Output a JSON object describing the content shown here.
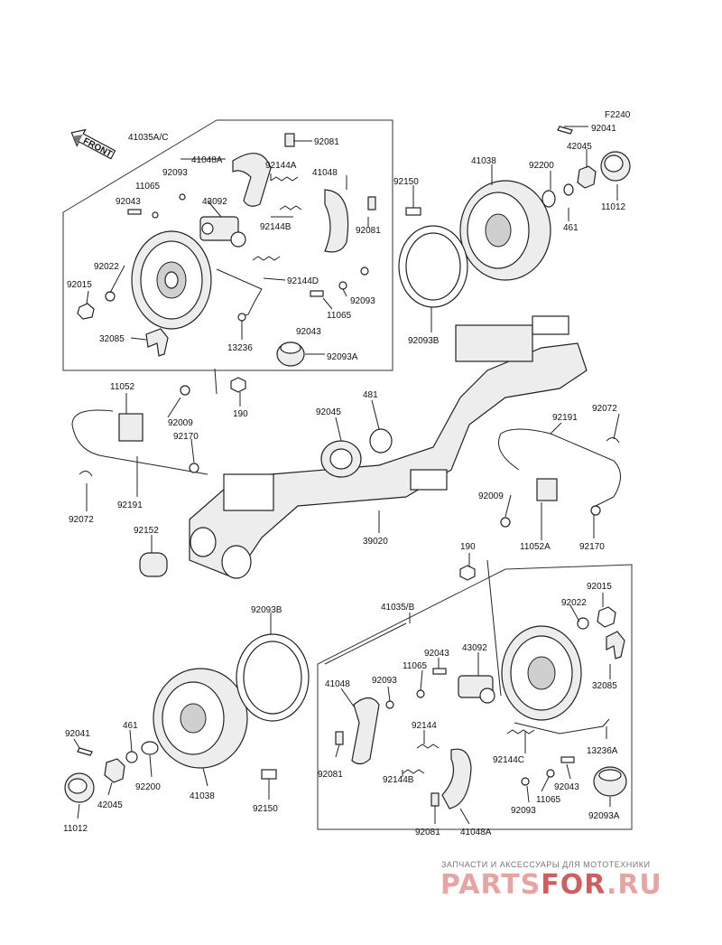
{
  "diagram": {
    "code": "F2240",
    "front_label": "FRONT",
    "labels": {
      "l_92041_top": "92041",
      "l_42045_top": "42045",
      "l_11012_top": "11012",
      "l_461_top": "461",
      "l_92200_top": "92200",
      "l_41038_top": "41038",
      "l_92150_top": "92150",
      "l_92093B_top": "92093B",
      "l_41035AC": "41035A/C",
      "l_41048A_top": "41048A",
      "l_92093_a": "92093",
      "l_11065_a": "11065",
      "l_92043_a": "92043",
      "l_43092_a": "43092",
      "l_92081_a": "92081",
      "l_92144A": "92144A",
      "l_41048_top": "41048",
      "l_92144B_top": "92144B",
      "l_92081_b": "92081",
      "l_92022_top": "92022",
      "l_92015_top": "92015",
      "l_92144D": "92144D",
      "l_92093_b": "92093",
      "l_11065_b": "11065",
      "l_92043_b": "92043",
      "l_32085_top": "32085",
      "l_13236": "13236",
      "l_92093A_top": "92093A",
      "l_11052": "11052",
      "l_92009_left": "92009",
      "l_190_top": "190",
      "l_481": "481",
      "l_92045": "92045",
      "l_92170_left": "92170",
      "l_92072_left": "92072",
      "l_92191_left": "92191",
      "l_92152": "92152",
      "l_39020": "39020",
      "l_92191_right": "92191",
      "l_92072_right": "92072",
      "l_92009_right": "92009",
      "l_11052A": "11052A",
      "l_92170_right": "92170",
      "l_190_mid": "190",
      "l_41035B": "41035/B",
      "l_92093B_bot": "92093B",
      "l_92015_bot": "92015",
      "l_92022_bot": "92022",
      "l_92043_c": "92043",
      "l_43092_b": "43092",
      "l_11065_c": "11065",
      "l_41048_bot": "41048",
      "l_92093_c": "92093",
      "l_32085_bot": "32085",
      "l_92144": "92144",
      "l_92144C": "92144C",
      "l_13236A": "13236A",
      "l_92081_c": "92081",
      "l_92144B_bot": "92144B",
      "l_92043_d": "92043",
      "l_11065_d": "11065",
      "l_92093_d": "92093",
      "l_92093A_bot": "92093A",
      "l_92081_d": "92081",
      "l_41048A_bot": "41048A",
      "l_92041_bot": "92041",
      "l_461_bot": "461",
      "l_92200_bot": "92200",
      "l_41038_bot": "41038",
      "l_92150_bot": "92150",
      "l_42045_bot": "42045",
      "l_11012_bot": "11012"
    }
  },
  "watermark": {
    "caption": "ЗАПЧАСТИ И АКСЕССУАРЫ ДЛЯ МОТОТЕХНИКИ",
    "logo_part1": "PARTS",
    "logo_part2": "FOR",
    "logo_part3": ".RU"
  }
}
